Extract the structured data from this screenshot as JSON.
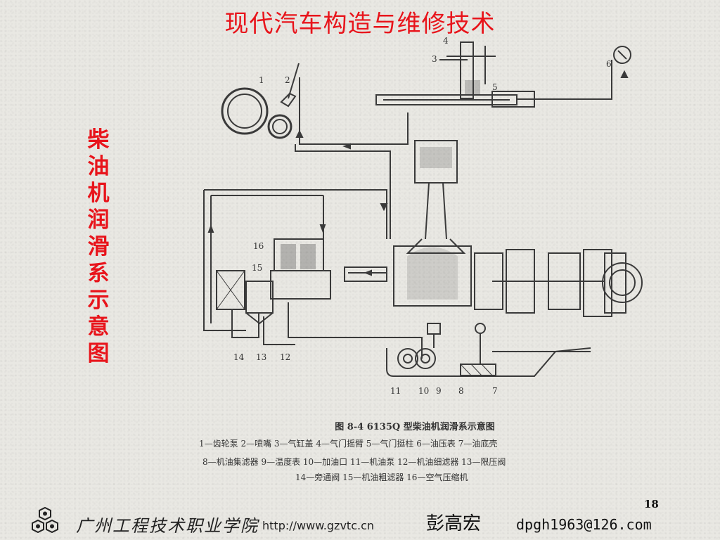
{
  "slide": {
    "title": "现代汽车构造与维修技术",
    "vertical_title": [
      "柴",
      "油",
      "机",
      "润",
      "滑",
      "系",
      "示",
      "意",
      "图"
    ],
    "page_number": "18"
  },
  "figure": {
    "caption": "图 8-4    6135Q 型柴油机润滑系示意图",
    "legend_line_1": "1—齿轮泵  2—喷嘴  3—气缸盖  4—气门摇臂  5—气门挺柱  6—油压表  7—油底壳",
    "legend_line_2": "8—机油集滤器  9—温度表  10—加油口  11—机油泵  12—机油细滤器  13—限压阀",
    "legend_line_3": "14—旁通阀  15—机油粗滤器  16—空气压缩机",
    "callouts": [
      "1",
      "2",
      "3",
      "4",
      "5",
      "6",
      "7",
      "8",
      "9",
      "10",
      "11",
      "12",
      "13",
      "14",
      "15",
      "16"
    ]
  },
  "footer": {
    "school": "广州工程技术职业学院",
    "url": "http://www.gzvtc.cn",
    "author": "彭高宏",
    "email": "dpgh1963@126.com"
  },
  "icons": {
    "logo": "hexagon-cluster-logo"
  },
  "colors": {
    "title": "#e8141b",
    "background": "#e9e8e3"
  }
}
